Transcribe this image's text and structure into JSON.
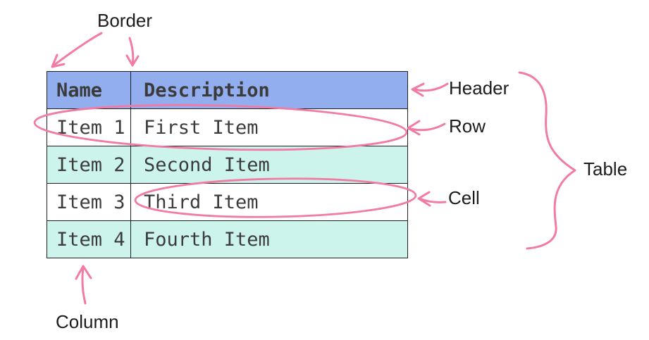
{
  "table": {
    "headers": [
      "Name",
      "Description"
    ],
    "rows": [
      [
        "Item 1",
        "First Item"
      ],
      [
        "Item 2",
        "Second Item"
      ],
      [
        "Item 3",
        "Third Item"
      ],
      [
        "Item 4",
        "Fourth Item"
      ]
    ]
  },
  "annotations": {
    "border": "Border",
    "header": "Header",
    "row": "Row",
    "cell": "Cell",
    "table": "Table",
    "column": "Column"
  },
  "colors": {
    "header-blue": "#92aeef",
    "row-mint": "#ccf4ed",
    "row-white": "#ffffff",
    "table-border": "#1f1f1f",
    "cell-text": "#3b3b3b",
    "label-text": "#1c1c1c",
    "annotation-pink": "#f27ba4"
  }
}
